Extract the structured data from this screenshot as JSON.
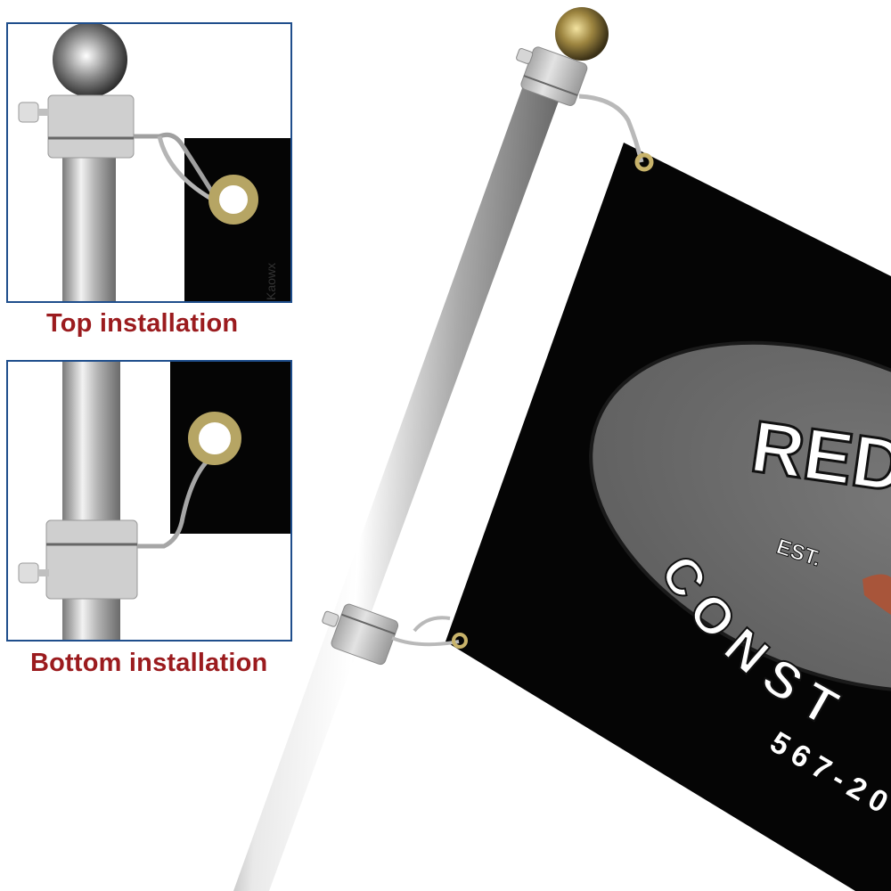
{
  "inset_panels": [
    {
      "caption": "Top installation",
      "watermark": "Kaowx"
    },
    {
      "caption": "Bottom installation"
    }
  ],
  "main_flag": {
    "logo_text_line1": "RED",
    "logo_text_est": "EST.",
    "logo_text_arc": "CONST",
    "phone_partial": "567-20"
  },
  "colors": {
    "panel_border": "#1f4e8c",
    "caption_red": "#9b1b1e",
    "flag_black": "#050505",
    "oval_gray": "#6b6b6b",
    "brass_finial": "#b39a4a",
    "pole_silver": "#c8c8c8"
  }
}
